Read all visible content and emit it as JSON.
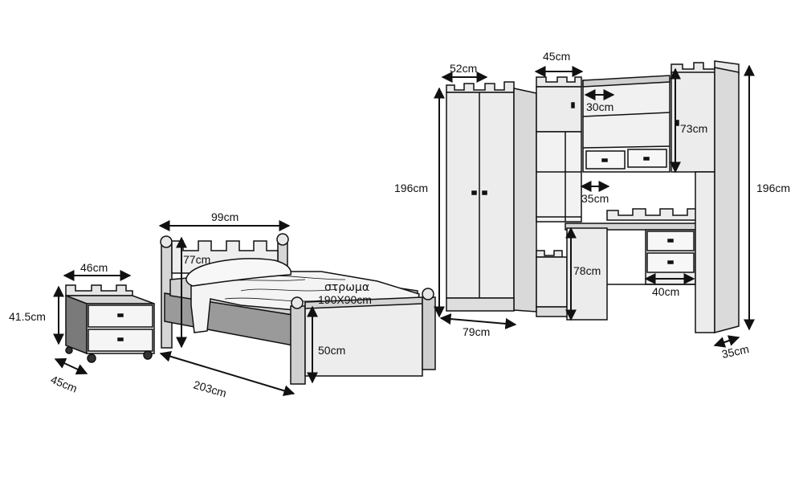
{
  "nightstand": {
    "width": "46cm",
    "height": "41.5cm",
    "depth": "45cm"
  },
  "bed": {
    "width": "99cm",
    "headboard_height": "77cm",
    "length": "203cm",
    "footboard_height": "50cm",
    "mattress_label": "στρωμα",
    "mattress_size": "190X90cm"
  },
  "wardrobe": {
    "top_width": "52cm",
    "height": "196cm",
    "base_width": "79cm"
  },
  "hutch": {
    "shelf_width": "45cm",
    "upper_depth": "30cm",
    "upper_height": "73cm",
    "shelf_depth": "35cm",
    "desk_height": "78cm",
    "drawer_width": "40cm",
    "height": "196cm",
    "depth": "35cm"
  },
  "colors": {
    "line": "#111111",
    "panel_light": "#ececec",
    "panel_mid": "#d9d9d9",
    "panel_dark": "#a0a0a0",
    "bedding": "#f3f3f3"
  }
}
